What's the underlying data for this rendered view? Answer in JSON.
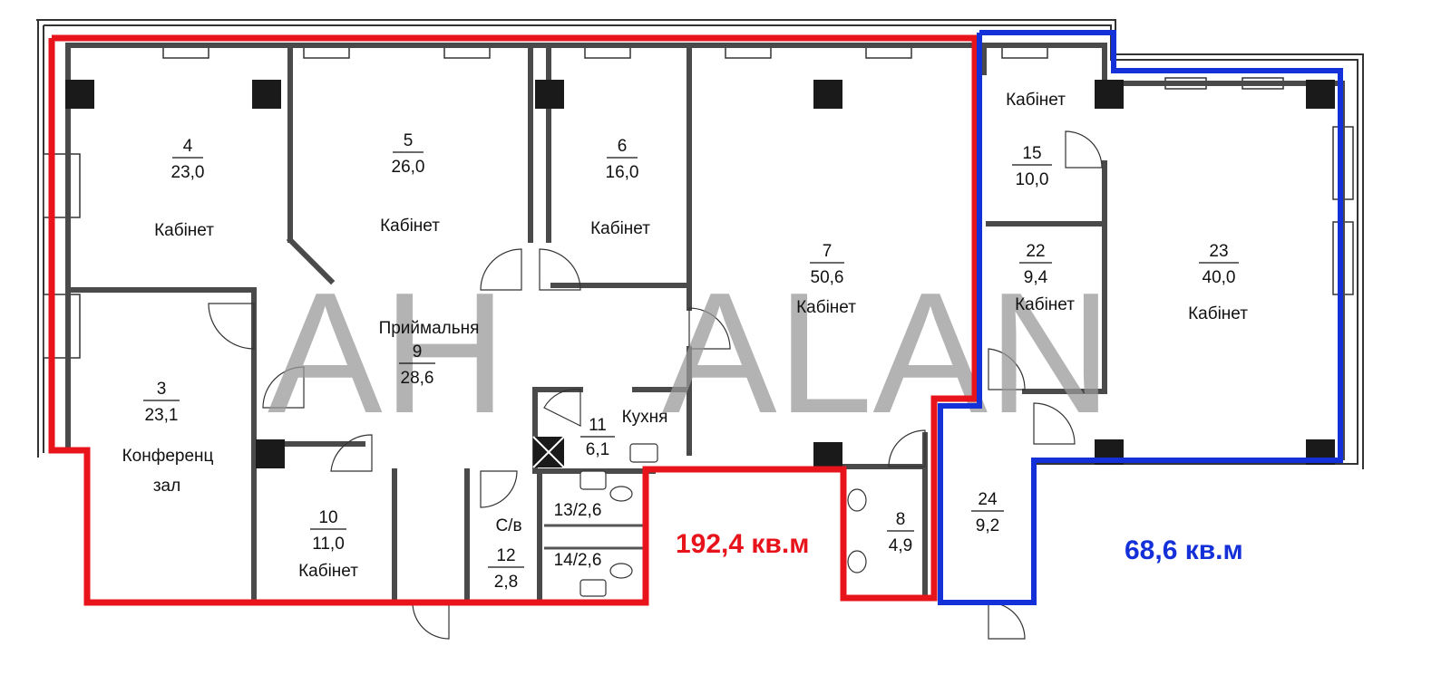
{
  "watermark": {
    "left": "AH",
    "right": "ALAN"
  },
  "zones": [
    {
      "total": "192,4 кв.м",
      "color": "#e8141b"
    },
    {
      "total": "68,6 кв.м",
      "color": "#1430d8"
    }
  ],
  "rooms": [
    {
      "num": "4",
      "area": "23,0",
      "name": "Кабінет"
    },
    {
      "num": "5",
      "area": "26,0",
      "name": "Кабінет"
    },
    {
      "num": "6",
      "area": "16,0",
      "name": "Кабінет"
    },
    {
      "num": "7",
      "area": "50,6",
      "name": "Кабінет"
    },
    {
      "num": "15",
      "area": "10,0",
      "name": "Кабінет"
    },
    {
      "num": "22",
      "area": "9,4",
      "name": "Кабінет"
    },
    {
      "num": "23",
      "area": "40,0",
      "name": "Кабінет"
    },
    {
      "num": "9",
      "area": "28,6",
      "name": "Приймальня"
    },
    {
      "num": "3",
      "area": "23,1",
      "name": "Конференц",
      "name2": "зал"
    },
    {
      "num": "11",
      "area": "6,1",
      "name": "Кухня"
    },
    {
      "num": "10",
      "area": "11,0",
      "name": "Кабінет"
    },
    {
      "num": "12",
      "area": "2,8",
      "name": "С/в"
    },
    {
      "num": "8",
      "area": "4,9",
      "name": ""
    },
    {
      "num": "24",
      "area": "9,2",
      "name": ""
    }
  ],
  "small_labels": [
    "13/2,6",
    "14/2,6"
  ],
  "colors": {
    "wall": "#4a4a4a",
    "column": "#1a1a1a",
    "watermark": "#9a9a9a"
  }
}
